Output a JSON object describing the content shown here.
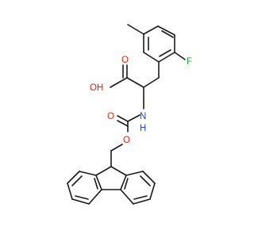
{
  "molecule": {
    "colors": {
      "bond": "#1a1a1a",
      "oxygen": "#e8220c",
      "nitrogen": "#2a3cf0",
      "fluorine": "#1aa838"
    },
    "labels": {
      "hydroxyl": "OH",
      "carbonyl_acid": "O",
      "amide_nitrogen": "N",
      "amide_hydrogen": "H",
      "carbamate_oxygen": "O",
      "carbamate_ester_oxygen": "O",
      "fluorine": "F"
    }
  }
}
